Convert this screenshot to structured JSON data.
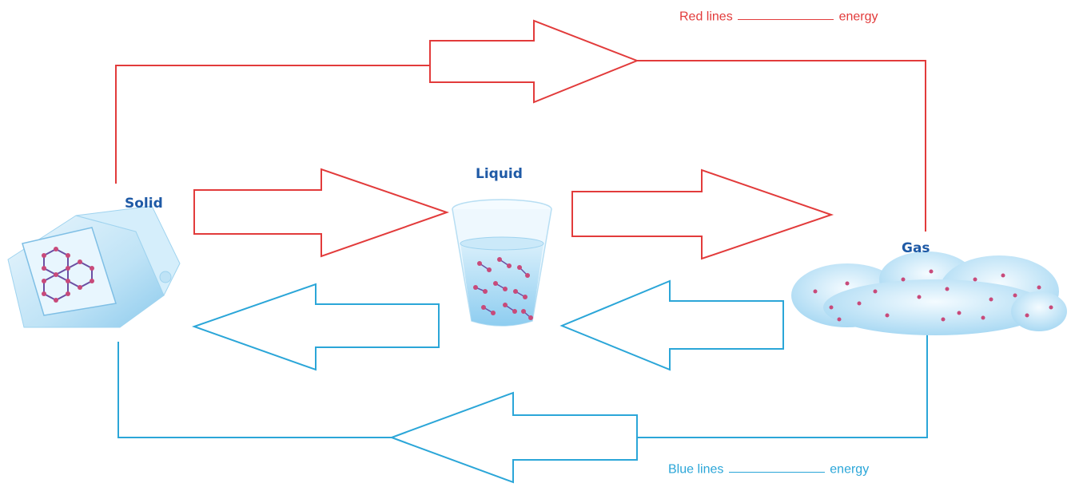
{
  "labels": {
    "solid": "Solid",
    "liquid": "Liquid",
    "gas": "Gas"
  },
  "captions": {
    "red_prefix": "Red lines",
    "red_suffix": "energy",
    "blue_prefix": "Blue lines",
    "blue_suffix": "energy"
  },
  "colors": {
    "red_line": "#e23b3b",
    "blue_line": "#2ba6d8",
    "label_text": "#1f5aa6"
  }
}
